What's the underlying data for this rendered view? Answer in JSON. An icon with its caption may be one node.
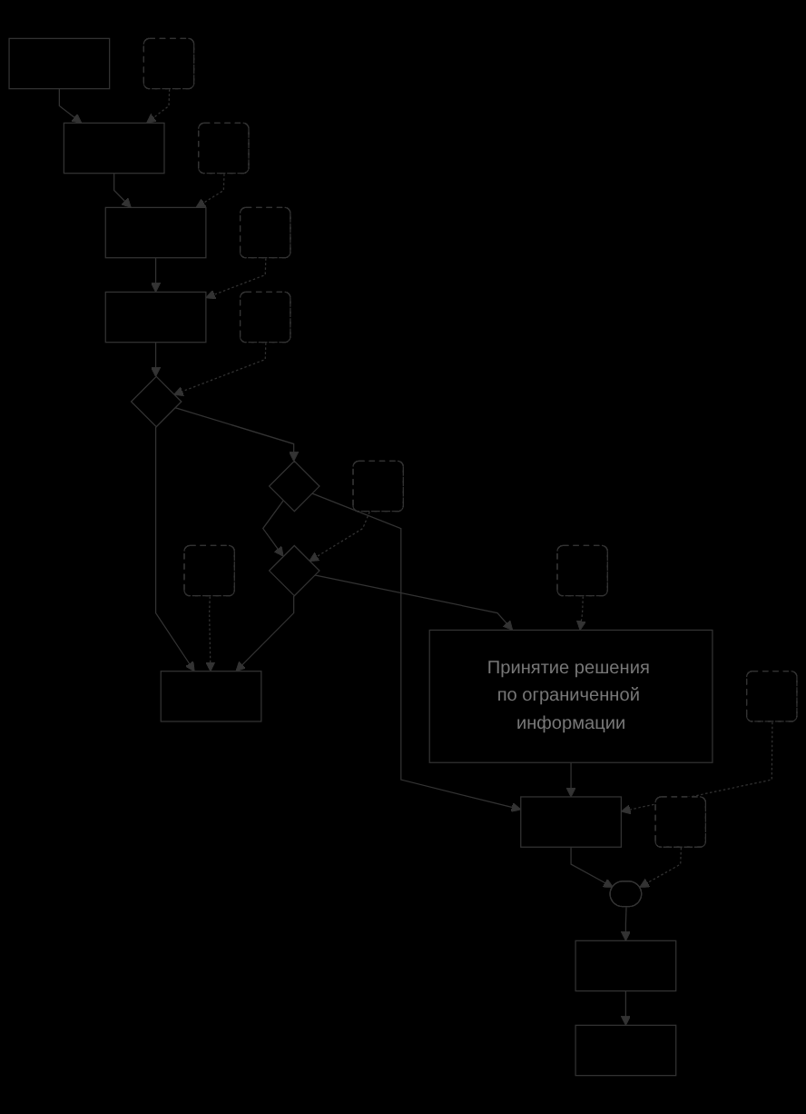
{
  "diagram": {
    "nodes": [
      {
        "text": [],
        "shape": "box"
      },
      {
        "text": [],
        "shape": "box"
      },
      {
        "text": [],
        "shape": "box"
      },
      {
        "text": [],
        "shape": "box"
      },
      {
        "text": [],
        "shape": "box"
      },
      {
        "text": [],
        "shape": "box"
      },
      {
        "text": [],
        "shape": "box"
      },
      {
        "text": [],
        "shape": "diamond"
      },
      {
        "text": [],
        "shape": "box"
      },
      {
        "text": [],
        "shape": "box"
      },
      {
        "text": [],
        "shape": "diamond"
      },
      {
        "text": [],
        "shape": "diamond"
      },
      {
        "text": [],
        "shape": "box"
      },
      {
        "text": [],
        "shape": "box"
      },
      {
        "text": [
          "Принятие решения по ограниченной информации"
        ]
      },
      {
        "text": [],
        "shape": "box"
      },
      {
        "text": [],
        "shape": "box"
      },
      {
        "text": [],
        "shape": "box"
      },
      {
        "text": [],
        "shape": "stadium"
      },
      {
        "text": [],
        "shape": "box"
      },
      {
        "text": [],
        "shape": "box"
      },
      {
        "text": [],
        "shape": "box"
      }
    ],
    "edges": [
      {
        "from": 0,
        "to": 1,
        "arrow": "to"
      },
      {
        "from": 2,
        "to": 1,
        "arrow": "to",
        "style": "dashed"
      },
      {
        "from": 1,
        "to": 3,
        "arrow": "to"
      },
      {
        "from": 4,
        "to": 3,
        "arrow": "to",
        "style": "dashed"
      },
      {
        "from": 3,
        "to": 5,
        "arrow": "to"
      },
      {
        "from": 6,
        "to": 5,
        "arrow": "to",
        "style": "dashed"
      },
      {
        "from": 5,
        "to": 7,
        "arrow": "to"
      },
      {
        "from": 8,
        "to": 7,
        "arrow": "to",
        "style": "dashed"
      },
      {
        "from": 7,
        "to": 10,
        "arrow": "to"
      },
      {
        "from": 7,
        "to": 12,
        "arrow": "to"
      },
      {
        "from": 9,
        "to": 12,
        "arrow": "to",
        "style": "dashed"
      },
      {
        "from": 10,
        "to": 11,
        "arrow": "to"
      },
      {
        "from": 11,
        "to": 12,
        "arrow": "to"
      },
      {
        "from": 13,
        "to": 11,
        "arrow": "to",
        "style": "dashed"
      },
      {
        "from": 11,
        "to": 14,
        "arrow": "to"
      },
      {
        "from": 10,
        "to": 16,
        "arrow": "to"
      },
      {
        "from": 15,
        "to": 14,
        "arrow": "to",
        "style": "dashed"
      },
      {
        "from": 14,
        "to": 16,
        "arrow": "to"
      },
      {
        "from": 17,
        "to": 16,
        "arrow": "to",
        "style": "dashed"
      },
      {
        "from": 16,
        "to": 18,
        "arrow": "to"
      },
      {
        "from": 19,
        "to": 18,
        "arrow": "to",
        "style": "dashed"
      },
      {
        "from": 18,
        "to": 20,
        "arrow": "to"
      },
      {
        "from": 20,
        "to": 21,
        "arrow": "to"
      }
    ]
  }
}
